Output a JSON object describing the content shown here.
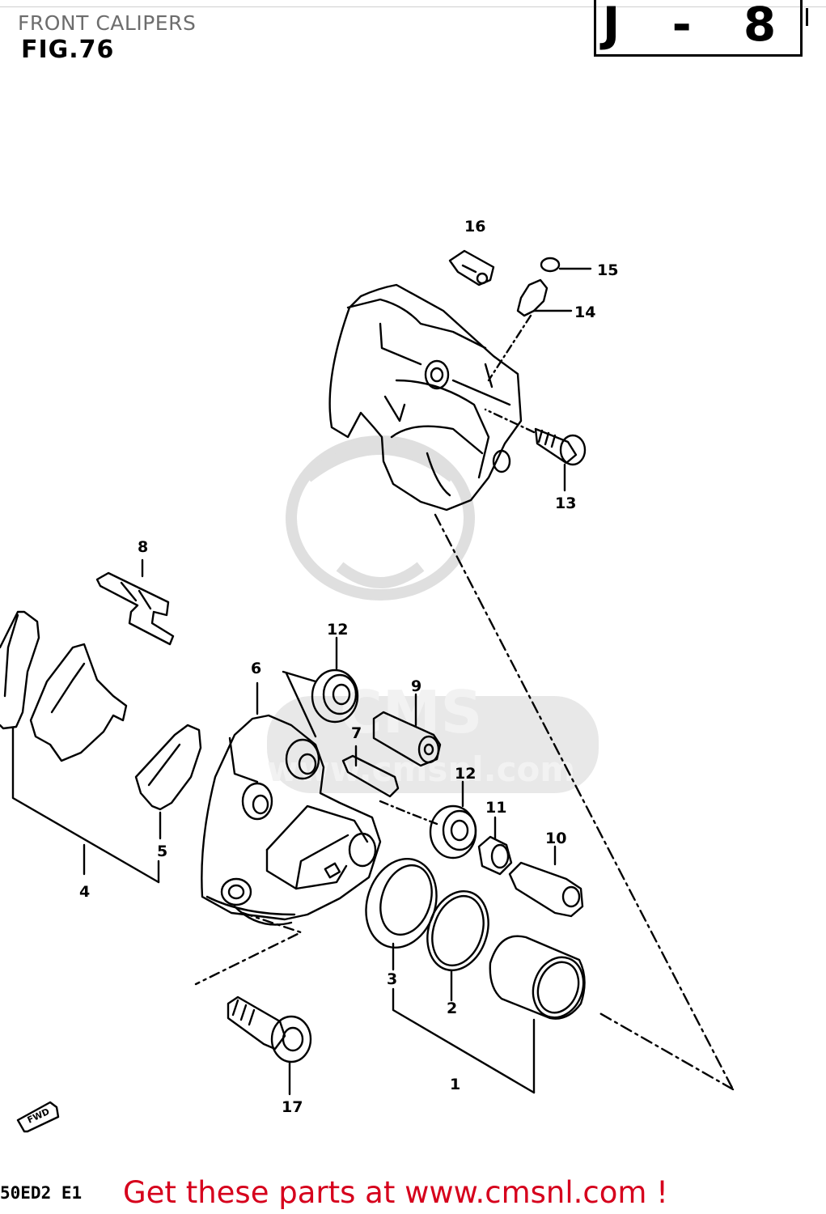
{
  "header": {
    "title": "FRONT CALIPERS",
    "figure": "FIG.76",
    "reference": "J - 8"
  },
  "footer": {
    "model_code": "50ED2 E1",
    "call_to_action": "Get these parts at www.cmsnl.com !"
  },
  "watermark": {
    "text": "CMS",
    "subtext": "www.cmsnl.com"
  },
  "direction_marker": "FWD",
  "callouts": [
    {
      "id": "c1",
      "number": "1"
    },
    {
      "id": "c2",
      "number": "2"
    },
    {
      "id": "c3",
      "number": "3"
    },
    {
      "id": "c4",
      "number": "4"
    },
    {
      "id": "c5",
      "number": "5"
    },
    {
      "id": "c6",
      "number": "6"
    },
    {
      "id": "c7",
      "number": "7"
    },
    {
      "id": "c8",
      "number": "8"
    },
    {
      "id": "c9",
      "number": "9"
    },
    {
      "id": "c10",
      "number": "10"
    },
    {
      "id": "c11",
      "number": "11"
    },
    {
      "id": "c12a",
      "number": "12"
    },
    {
      "id": "c12b",
      "number": "12"
    },
    {
      "id": "c13",
      "number": "13"
    },
    {
      "id": "c14",
      "number": "14"
    },
    {
      "id": "c15",
      "number": "15"
    },
    {
      "id": "c16",
      "number": "16"
    },
    {
      "id": "c17",
      "number": "17"
    }
  ],
  "colors": {
    "line": "#000000",
    "watermark": "#d9d9d9",
    "cta": "#d6001c",
    "header_title": "#6d6d6d"
  }
}
